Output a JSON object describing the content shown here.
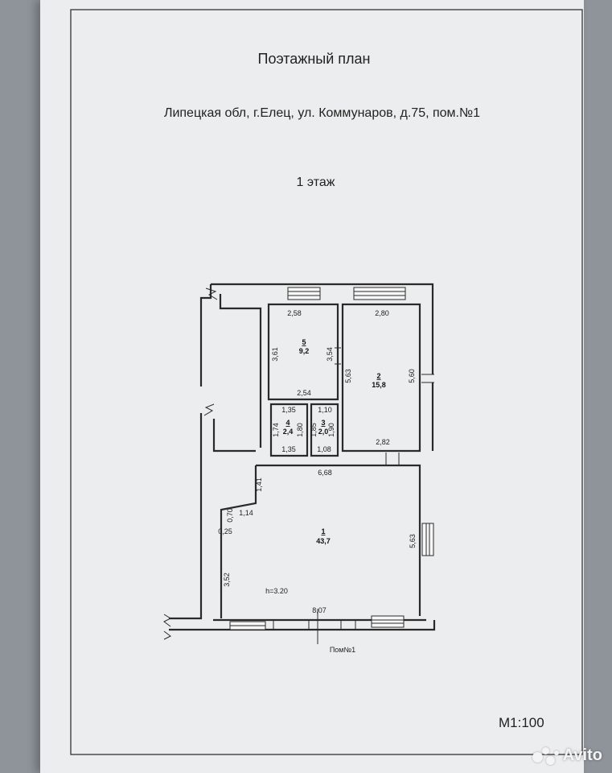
{
  "document": {
    "title": "Поэтажный план",
    "address": "Липецкая обл, г.Елец, ул. Коммунаров, д.75, пом.№1",
    "floor": "1 этаж",
    "scale": "М1:100",
    "premise_label": "Пом№1",
    "height_label": "h=3.20"
  },
  "rooms": [
    {
      "number": "1",
      "area": "43,7"
    },
    {
      "number": "2",
      "area": "15,8"
    },
    {
      "number": "3",
      "area": "2,0"
    },
    {
      "number": "4",
      "area": "2,4"
    },
    {
      "number": "5",
      "area": "9,2"
    }
  ],
  "dimensions": {
    "r5_top": "2,58",
    "r5_left": "3,61",
    "r5_right": "3,54",
    "r5_bottom": "2,54",
    "r2_top": "2,80",
    "r2_left": "5,63",
    "r2_right": "5,60",
    "r2_bottom": "2,82",
    "r4_top": "1,35",
    "r4_left": "1,74",
    "r4_right": "1,80",
    "r4_bottom": "1,35",
    "r3_top": "1,10",
    "r3_left": "1,85",
    "r3_right": "1,90",
    "r3_bottom": "1,08",
    "r1_top": "6,68",
    "r1_notch_v": "1,41",
    "r1_notch_h": "1,14",
    "r1_v070": "0,70",
    "r1_v025": "0,25",
    "r1_left": "3,52",
    "r1_right": "5,63",
    "r1_bottom": "8,07"
  },
  "watermark": {
    "brand": "Avito"
  },
  "colors": {
    "paper": "#ecedee",
    "ink": "#2a2a2a"
  }
}
